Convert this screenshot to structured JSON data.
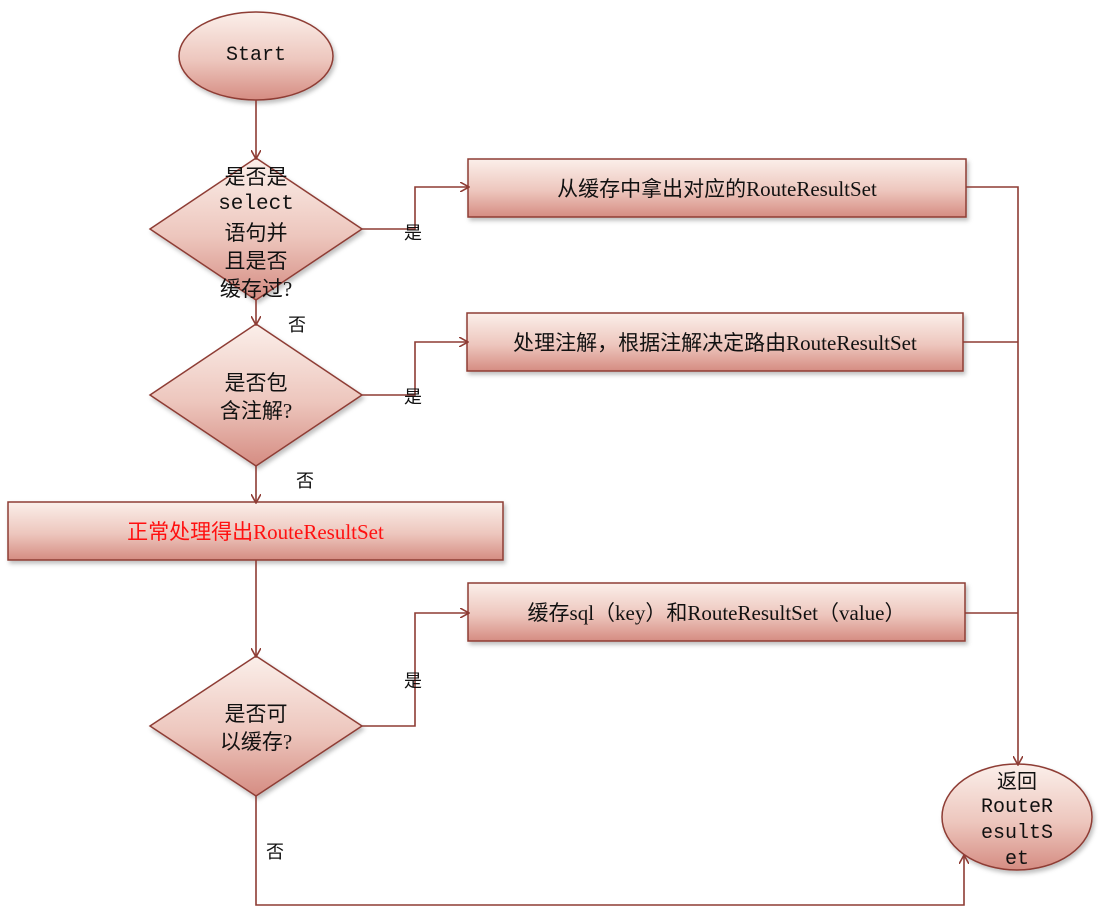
{
  "start": "Start",
  "decisions": {
    "cached_select": [
      "是否是",
      "select",
      "语句并",
      "且是否",
      "缓存过?"
    ],
    "has_annotation": [
      "是否包",
      "含注解?"
    ],
    "cacheable": [
      "是否可",
      "以缓存?"
    ]
  },
  "boxes": {
    "from_cache": "从缓存中拿出对应的RouteResultSet",
    "annotation_route": "处理注解，根据注解决定路由RouteResultSet",
    "normal": "正常处理得出RouteResultSet",
    "cache_store": "缓存sql（key）和RouteResultSet（value）"
  },
  "end": [
    "返回",
    "RouteR",
    "esultS",
    "et"
  ],
  "edges": {
    "yes": "是",
    "no": "否"
  },
  "colors": {
    "fill_top": "#f7e4dd",
    "fill_bottom": "#d9958c",
    "stroke": "#8e3c34",
    "highlight": "#ff1010"
  }
}
